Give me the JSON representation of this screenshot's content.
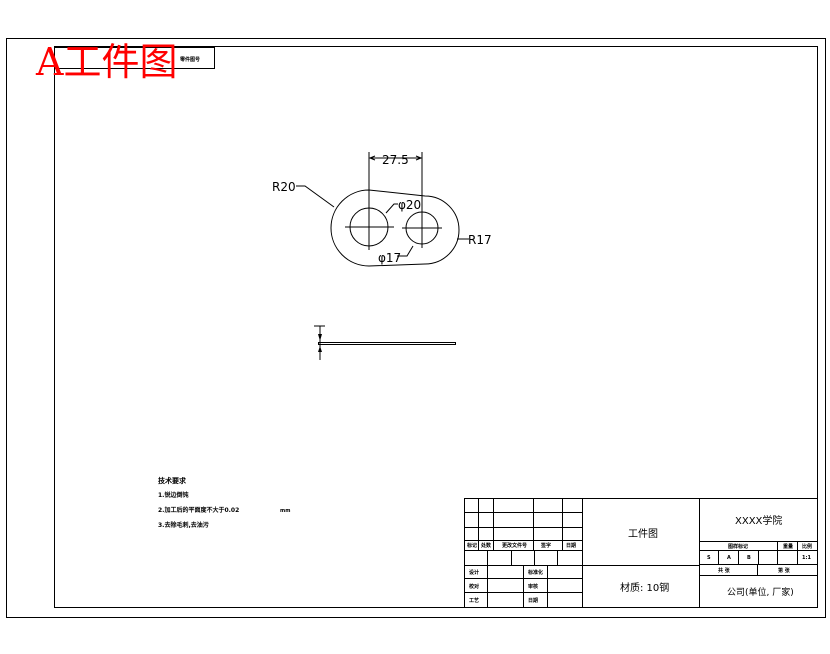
{
  "stamp": {
    "text": "A工件图",
    "color": "#ff0000"
  },
  "corner_box": {
    "text": "零件图号"
  },
  "dimensions": {
    "width": "27.5",
    "r_left": "R20",
    "r_right": "R17",
    "hole_left": "φ20",
    "hole_right": "φ17"
  },
  "notes": {
    "title": "技术要求",
    "items": [
      "1.锐边倒钝",
      "2.加工后的平面度不大于0.02",
      "3.去除毛刺,去油污"
    ],
    "unit": "mm"
  },
  "title_block": {
    "school": "XXXX学院",
    "drawing_name": "工件图",
    "material": "材质: 10钢",
    "company": "公司(单位, 厂家)",
    "rev_headers": [
      "标记",
      "处数",
      "更改文件号",
      "签字",
      "日期"
    ],
    "sign_rows": [
      [
        "设计",
        "标准化"
      ],
      [
        "校对",
        "审核"
      ],
      [
        "工艺",
        "日期"
      ]
    ],
    "mark_header": "图样标记",
    "weight": "重量",
    "scale": "比例",
    "mark_cells": [
      "S",
      "A",
      "B",
      "1:1"
    ],
    "sheets": "共 张",
    "sheet_no": "第 张"
  }
}
